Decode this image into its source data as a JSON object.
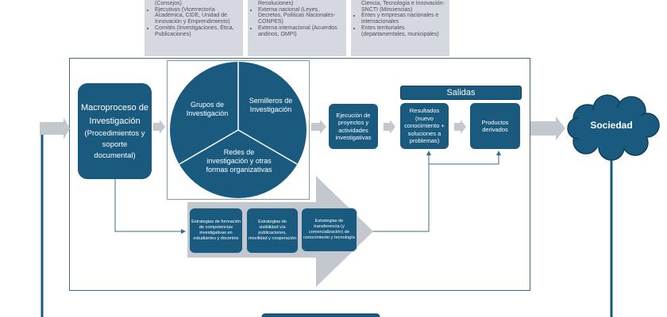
{
  "top_boxes": [
    {
      "lines": [
        "(Consejos)"
      ],
      "items": [
        "Ejecutivos (Vicerrectoría Académica, CIDE, Unidad de Innovación y Emprendimiento)",
        "Comités (Investigaciones, Ética, Publicaciones)"
      ]
    },
    {
      "lines": [
        "Resoluciones)"
      ],
      "items": [
        "Externa nacional (Leyes, Decretos, Políticas Nacionales-CONPES)",
        "Externa internacional (Acuerdos andinos, OMPI)"
      ]
    },
    {
      "lines": [
        "Ciencia, Tecnología e Innovación-SNCTI (Minciencias)"
      ],
      "items": [
        "Entes y empresas nacionales e internacionales",
        "Entes territoriales (departamentales, municipales)"
      ]
    }
  ],
  "macroproceso": {
    "title": "Macroproceso de Investigación",
    "subtitle": "(Procedimientos y soporte documental)"
  },
  "circle": {
    "segments": [
      "Grupos de Investigación",
      "Semilleros de Investigación",
      "Redes de investigación y otras formas organizativas"
    ]
  },
  "strategies": [
    "Estrategias de formación de competencias investigativas en estudiantes y docentes",
    "Estrategias de visibilidad vía publicaciones, movilidad y cooperación",
    "Estrategias de transferencia (y comercialización) de conocimiento y tecnología"
  ],
  "ejecucion": "Ejecución de proyectos y actividades investigativas",
  "salidas": {
    "header": "Salidas",
    "resultados": "Resultados (nuevo conocimiento + soluciones a problemas)",
    "productos": "Productos derivados"
  },
  "sociedad": "Sociedad",
  "colors": {
    "primary": "#195a7e",
    "arrow_grey": "#c3c8cf",
    "box_grey": "#d5d9df"
  }
}
